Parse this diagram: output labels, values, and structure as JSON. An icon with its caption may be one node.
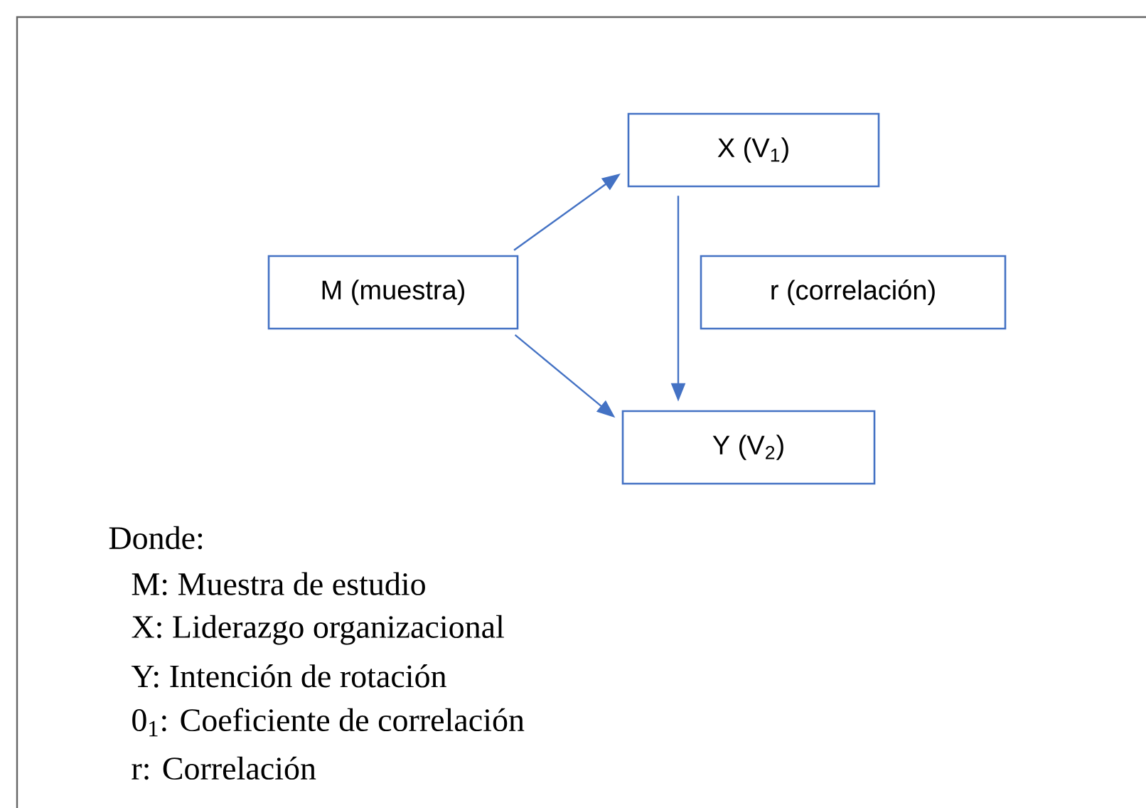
{
  "diagram": {
    "nodes": [
      {
        "text": [
          "M (muestra)"
        ]
      },
      {
        "text": [
          "X (V$_{1}$)"
        ]
      },
      {
        "text": [
          "r (correlación)"
        ]
      },
      {
        "text": [
          "Y (V$_{2}$)"
        ]
      }
    ],
    "edges": [
      {
        "from": 0,
        "to": 1,
        "arrow": "to"
      },
      {
        "from": 0,
        "to": 3,
        "arrow": "to"
      },
      {
        "from": 1,
        "to": 3,
        "arrow": "to"
      }
    ],
    "labels": [
      "Donde:",
      "M: Muestra de estudio",
      "X: Liderazgo organizacional",
      "Y: Intención de rotación",
      "0$_{1}$: Coeficiente de correlación",
      "r: Correlación"
    ]
  }
}
